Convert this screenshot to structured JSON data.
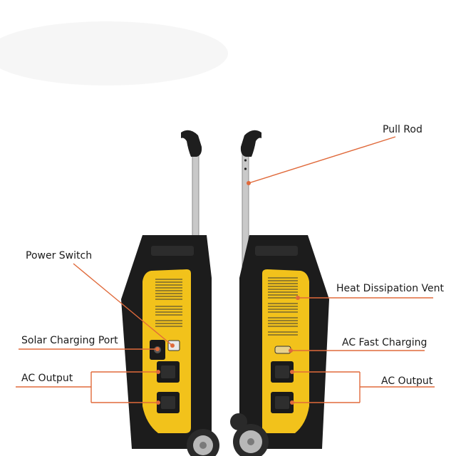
{
  "colors": {
    "accent_line": "#e06a3b",
    "panel_yellow": "#f2c21b",
    "case_black": "#1c1c1c"
  },
  "labels": {
    "pull_rod": "Pull Rod",
    "power_switch": "Power Switch",
    "heat_vent": "Heat Dissipation Vent",
    "solar_port": "Solar Charging Port",
    "ac_fast": "AC Fast Charging",
    "ac_output_left": "AC Output",
    "ac_output_right": "AC Output"
  }
}
